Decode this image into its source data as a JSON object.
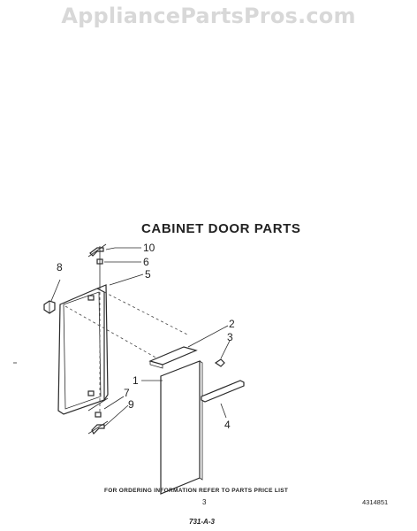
{
  "watermark": "AppliancePartsPros.com",
  "title": "CABINET DOOR PARTS",
  "callouts": [
    "10",
    "6",
    "5",
    "8",
    "2",
    "3",
    "1",
    "4",
    "7",
    "9"
  ],
  "footer": {
    "ordering_info": "FOR ORDERING INFORMATION REFER TO PARTS PRICE LIST",
    "page_number": "3",
    "part_number": "4314851",
    "stamp": "731-A-3"
  }
}
